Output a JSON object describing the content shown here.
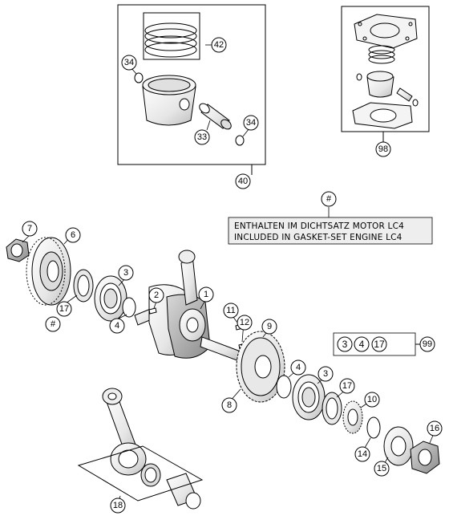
{
  "diagram": {
    "callouts": {
      "c42": "42",
      "c34a": "34",
      "c33": "33",
      "c34b": "34",
      "c40": "40",
      "c98": "98",
      "c7": "7",
      "c6": "6",
      "c3a": "3",
      "c2": "2",
      "c1": "1",
      "c17a": "17",
      "chasha": "#",
      "c4a": "4",
      "c11": "11",
      "c12": "12",
      "c9": "9",
      "c4b": "4",
      "c3b": "3",
      "c17b": "17",
      "c10": "10",
      "c8": "8",
      "c14": "14",
      "c15": "15",
      "c16": "16",
      "c18": "18",
      "chashb": "#"
    },
    "note": {
      "line1": "ENTHALTEN IM DICHTSATZ MOTOR LC4",
      "line2": "INCLUDED IN GASKET-SET ENGINE LC4"
    },
    "kit": {
      "items": [
        "3",
        "4",
        "17"
      ],
      "result": "99"
    },
    "colors": {
      "line": "#000000",
      "part_fill": "#f2f2f2",
      "part_shade": "#d6d6d6",
      "note_bg": "#eeeeee"
    }
  }
}
